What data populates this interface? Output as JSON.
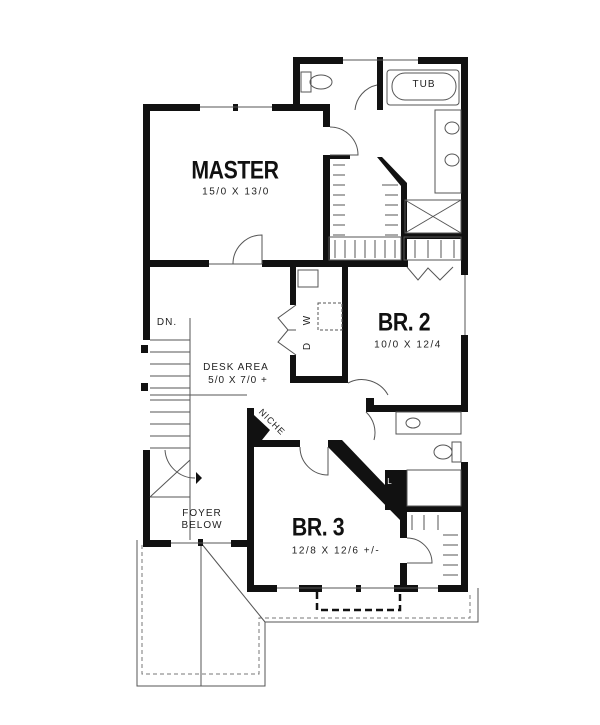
{
  "rooms": {
    "master": {
      "name": "MASTER",
      "size": "15/0 X 13/0"
    },
    "br2": {
      "name": "BR. 2",
      "size": "10/0 X 12/4"
    },
    "br3": {
      "name": "BR. 3",
      "size": "12/8 X 12/6 +/-"
    },
    "desk": {
      "name": "DESK AREA",
      "size": "5/0 X 7/0 +"
    },
    "foyer": {
      "line1": "FOYER",
      "line2": "BELOW"
    }
  },
  "labels": {
    "dn": "DN.",
    "niche": "NICHE",
    "tub": "TUB",
    "washer": "W",
    "dryer": "D",
    "linen": "L"
  }
}
